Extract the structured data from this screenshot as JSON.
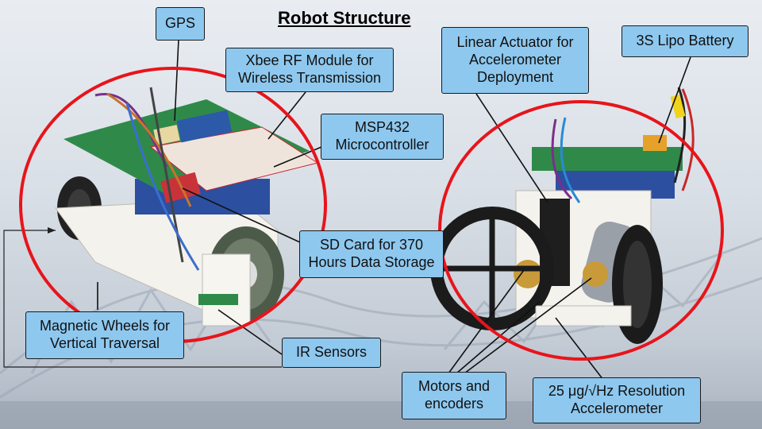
{
  "title": "Robot Structure",
  "callouts": {
    "gps": "GPS",
    "xbee": "Xbee RF Module for\nWireless Transmission",
    "msp": "MSP432\nMicrocontroller",
    "sd": "SD Card for 370\nHours Data Storage",
    "magnetic": "Magnetic Wheels for\nVertical Traversal",
    "ir": "IR Sensors",
    "actuator": "Linear Actuator for\nAccelerometer\nDeployment",
    "battery": "3S Lipo Battery",
    "motors": "Motors and\nencoders",
    "accel": "25 μg/√Hz Resolution\nAccelerometer"
  },
  "colors": {
    "callout_fill": "#8ec8ef",
    "highlight_ring": "#e8141b",
    "pcb_green": "#2f8a4a",
    "chassis_white": "#f4f2ec"
  }
}
